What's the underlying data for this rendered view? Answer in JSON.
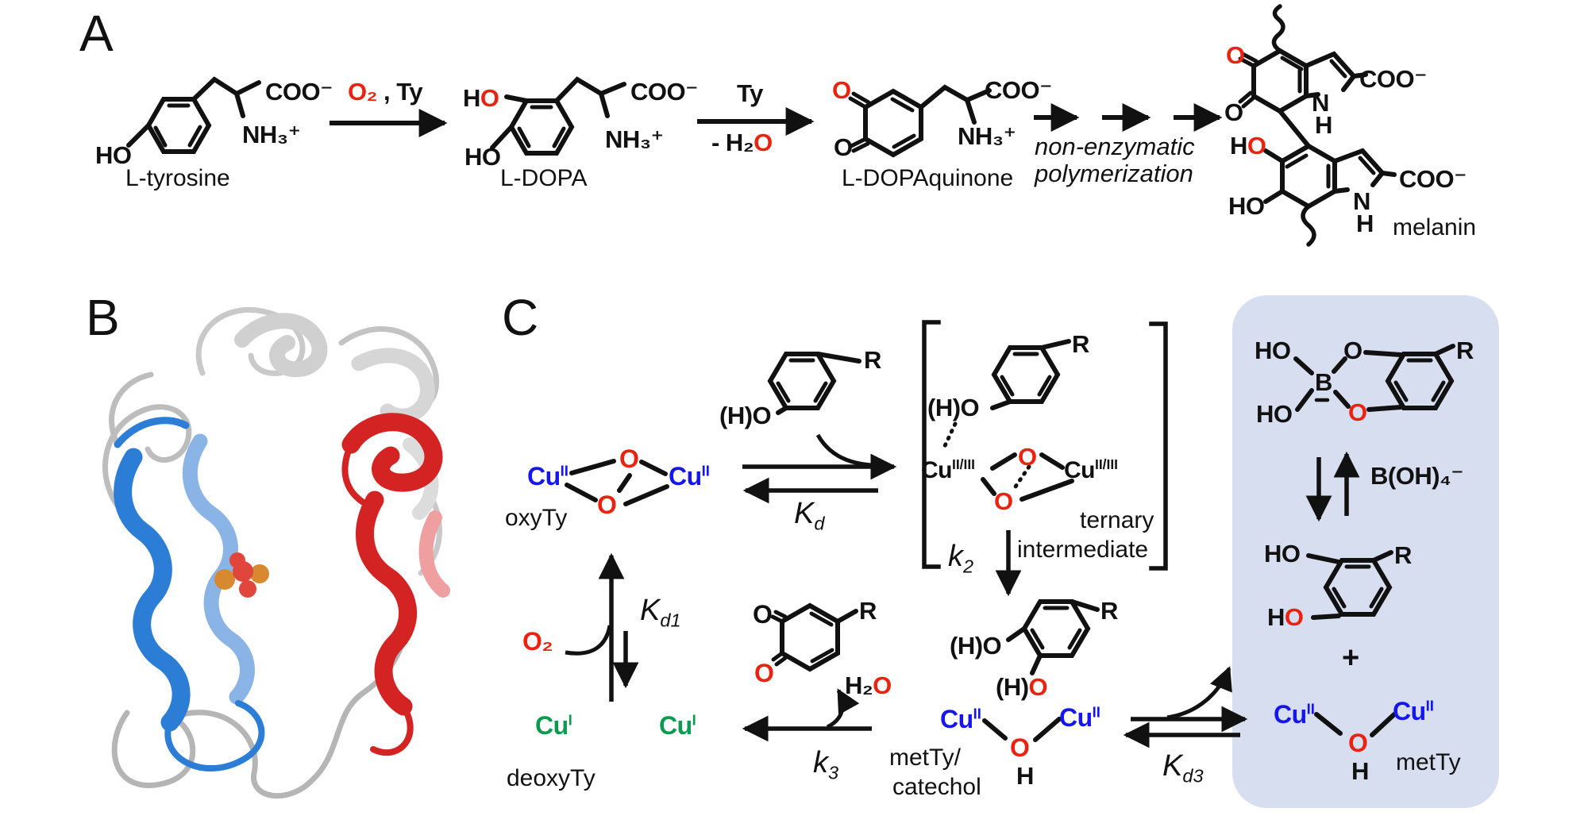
{
  "figure": {
    "panel_a_label": "A",
    "panel_b_label": "B",
    "panel_c_label": "C"
  },
  "colors": {
    "red": "#ea2310",
    "blue": "#1515ee",
    "green": "#0a9b50",
    "box_background": "#d7def0"
  },
  "panel_a": {
    "tyrosine": {
      "ho": "HO",
      "coo": "COO⁻",
      "nh3": "NH₃⁺",
      "name": "L-tyrosine"
    },
    "step1": {
      "oxygen": "O₂",
      "rest": " , Ty"
    },
    "dopa": {
      "ho_top_h": "H",
      "ho_top_o": "O",
      "ho_bottom": "HO",
      "coo": "COO⁻",
      "nh3": "NH₃⁺",
      "name": "L-DOPA"
    },
    "step2": {
      "enzyme": "Ty",
      "minus_water_black": "- H₂",
      "minus_water_red": "O"
    },
    "dopaquinone": {
      "o_top": "O",
      "o_bottom": "O",
      "coo": "COO⁻",
      "nh3": "NH₃⁺",
      "name": "L-DOPAquinone"
    },
    "polymerization_line1": "non-enzymatic",
    "polymerization_line2": "polymerization",
    "melanin": {
      "o_top": "O",
      "o_mid": "O",
      "coo_top": "COO⁻",
      "n_top": "N",
      "h_top": "H",
      "ho_mid_h": "H",
      "ho_mid_o": "O",
      "ho_bottom": "HO",
      "coo_bottom": "COO⁻",
      "n_bottom": "N",
      "h_bottom": "H",
      "name": "melanin"
    }
  },
  "panel_c": {
    "oxyty": {
      "cu": "Cu",
      "ox": "II",
      "o_top": "O",
      "o_bottom": "O",
      "name": "oxyTy"
    },
    "phenol": {
      "oh": "(H)O",
      "r": "R"
    },
    "kd": {
      "k": "K",
      "sub": "d"
    },
    "ternary": {
      "oh": "(H)O",
      "r": "R",
      "cu": "Cu",
      "ox": "II/III",
      "o_top": "O",
      "o_bottom": "O",
      "caption1": "ternary",
      "caption2": "intermediate"
    },
    "k2": {
      "k": "k",
      "sub": "2"
    },
    "catechol": {
      "oh_top": "(H)O",
      "oh_bottom_h": "(H)",
      "oh_bottom_o": "O",
      "r": "R"
    },
    "metty_catechol": {
      "cu": "Cu",
      "ox": "II",
      "o": "O",
      "h": "H",
      "caption1": "metTy/",
      "caption2": "catechol"
    },
    "kd3": {
      "k": "K",
      "sub": "d3"
    },
    "k3": {
      "k": "k",
      "sub": "3"
    },
    "h2o": {
      "black": "H₂",
      "red": "O"
    },
    "quinone": {
      "o_top": "O",
      "o_bottom": "O",
      "r": "R"
    },
    "deoxyty": {
      "cu": "Cu",
      "ox": "I",
      "name": "deoxyTy"
    },
    "o2": "O₂",
    "kd1": {
      "k": "K",
      "sub": "d1"
    },
    "boron_box": {
      "boronate": {
        "ho_top": "HO",
        "ho_bottom": "HO",
        "b": "B",
        "o_top": "O",
        "o_bottom": "O",
        "r": "R"
      },
      "borate": "B(OH)₄⁻",
      "catechol": {
        "ho_top": "HO",
        "ho_bottom_h": "H",
        "ho_bottom_o": "O",
        "r": "R"
      },
      "plus": "+",
      "metty": {
        "cu": "Cu",
        "ox": "II",
        "o": "O",
        "h": "H",
        "name": "metTy"
      }
    }
  }
}
